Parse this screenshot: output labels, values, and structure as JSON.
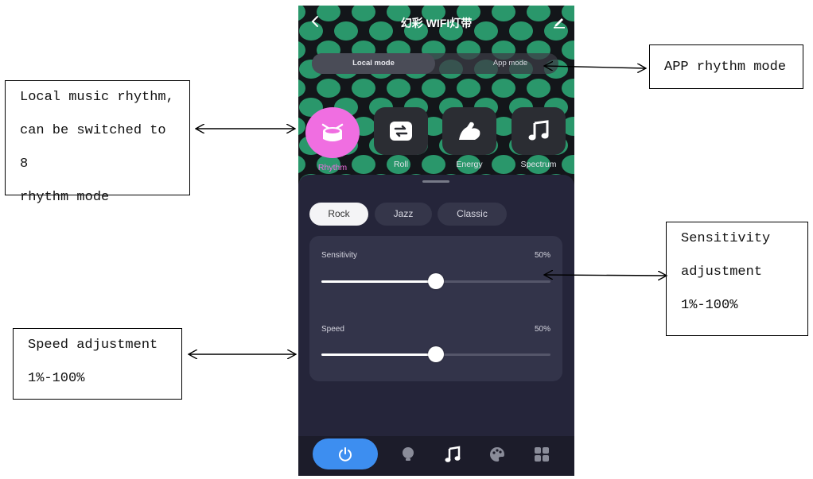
{
  "annotations": {
    "local": [
      "Local music rhythm,",
      "can be switched to 8",
      "rhythm mode"
    ],
    "app": "APP rhythm mode",
    "sensitivity": [
      "Sensitivity",
      "adjustment",
      "1%-100%"
    ],
    "speed": [
      "Speed adjustment",
      "1%-100%"
    ]
  },
  "app": {
    "title": "幻彩 WIFI灯带",
    "mode_tabs": {
      "local": "Local mode",
      "app": "App mode",
      "selected": "local"
    },
    "rhythm_modes": [
      {
        "label": "Rhythm",
        "icon": "drum-icon",
        "active": true
      },
      {
        "label": "Roll",
        "icon": "repeat-icon",
        "active": false
      },
      {
        "label": "Energy",
        "icon": "muscle-icon",
        "active": false
      },
      {
        "label": "Spectrum",
        "icon": "music-note-icon",
        "active": false
      }
    ],
    "genres": [
      {
        "label": "Rock",
        "active": true
      },
      {
        "label": "Jazz",
        "active": false
      },
      {
        "label": "Classic",
        "active": false
      }
    ],
    "sensitivity": {
      "label": "Sensitivity",
      "value_text": "50%",
      "value": 0.5
    },
    "speed": {
      "label": "Speed",
      "value_text": "50%",
      "value": 0.5
    },
    "bottom_nav": [
      "power-icon",
      "bulb-icon",
      "music-icon",
      "palette-icon",
      "grid-icon"
    ],
    "colors": {
      "accent_pink": "#f06ee1",
      "accent_blue": "#3d8ef0",
      "dot_green": "#2fae7a",
      "panel": "#25253a"
    }
  }
}
